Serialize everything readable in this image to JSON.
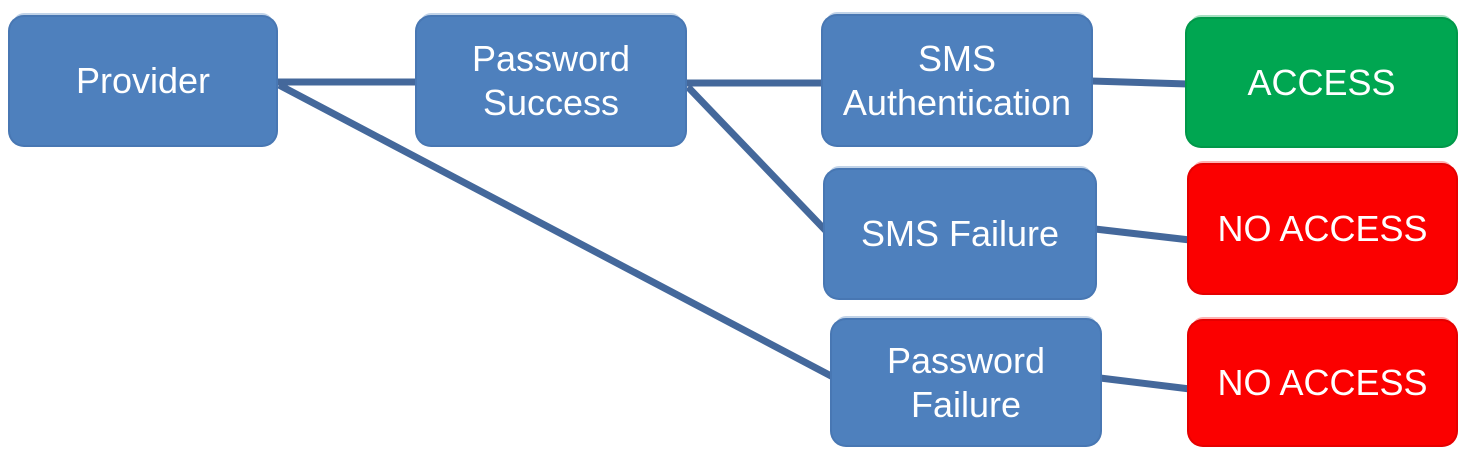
{
  "diagram": {
    "type": "flowchart",
    "nodes": [
      {
        "id": "provider",
        "label": "Provider",
        "kind": "process",
        "fill": "#4E80BD",
        "text_color": "#FFFFFF"
      },
      {
        "id": "password-success",
        "label": "Password\nSuccess",
        "kind": "process",
        "fill": "#4E80BD",
        "text_color": "#FFFFFF"
      },
      {
        "id": "sms-authentication",
        "label": "SMS\nAuthentication",
        "kind": "process",
        "fill": "#4E80BD",
        "text_color": "#FFFFFF"
      },
      {
        "id": "access",
        "label": "ACCESS",
        "kind": "outcome-positive",
        "fill": "#00A651",
        "text_color": "#FFFFFF"
      },
      {
        "id": "sms-failure",
        "label": "SMS Failure",
        "kind": "process",
        "fill": "#4E80BD",
        "text_color": "#FFFFFF"
      },
      {
        "id": "no-access-sms",
        "label": "NO ACCESS",
        "kind": "outcome-negative",
        "fill": "#FB0000",
        "text_color": "#FFFFFF"
      },
      {
        "id": "password-failure",
        "label": "Password\nFailure",
        "kind": "process",
        "fill": "#4E80BD",
        "text_color": "#FFFFFF"
      },
      {
        "id": "no-access-password",
        "label": "NO ACCESS",
        "kind": "outcome-negative",
        "fill": "#FB0000",
        "text_color": "#FFFFFF"
      }
    ],
    "edges": [
      {
        "from": "provider",
        "to": "password-success"
      },
      {
        "from": "provider",
        "to": "password-failure"
      },
      {
        "from": "password-success",
        "to": "sms-authentication"
      },
      {
        "from": "password-success",
        "to": "sms-failure"
      },
      {
        "from": "sms-authentication",
        "to": "access"
      },
      {
        "from": "sms-failure",
        "to": "no-access-sms"
      },
      {
        "from": "password-failure",
        "to": "no-access-password"
      }
    ],
    "colors": {
      "process_blue": "#4E80BD",
      "outcome_green": "#00A651",
      "outcome_red": "#FB0000",
      "connector": "#44689B",
      "label_text": "#FFFFFF",
      "background": "#FFFFFF"
    }
  }
}
